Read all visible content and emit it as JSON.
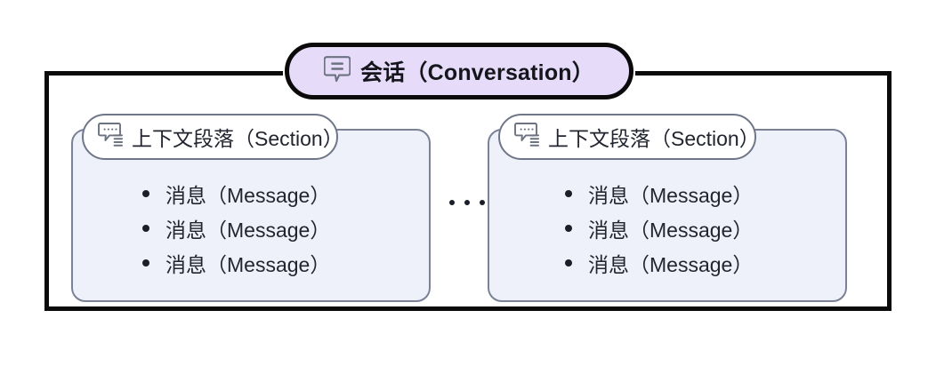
{
  "diagram": {
    "title": "会话（Conversation）",
    "title_icon": "speech-bubble-lines-icon",
    "ellipsis": "...",
    "colors": {
      "conversation_border": "#0a0a0a",
      "conversation_fill": "#e6dcfa",
      "section_border": "#7b8296",
      "section_fill": "#eef1fa",
      "section_pill_fill": "#ffffff",
      "text": "#22252f",
      "page_background": "#ffffff"
    },
    "sections": [
      {
        "label": "上下文段落（Section）",
        "icon": "section-bubble-list-icon",
        "messages": [
          "消息（Message）",
          "消息（Message）",
          "消息（Message）"
        ]
      },
      {
        "label": "上下文段落（Section）",
        "icon": "section-bubble-list-icon",
        "messages": [
          "消息（Message）",
          "消息（Message）",
          "消息（Message）"
        ]
      }
    ]
  }
}
